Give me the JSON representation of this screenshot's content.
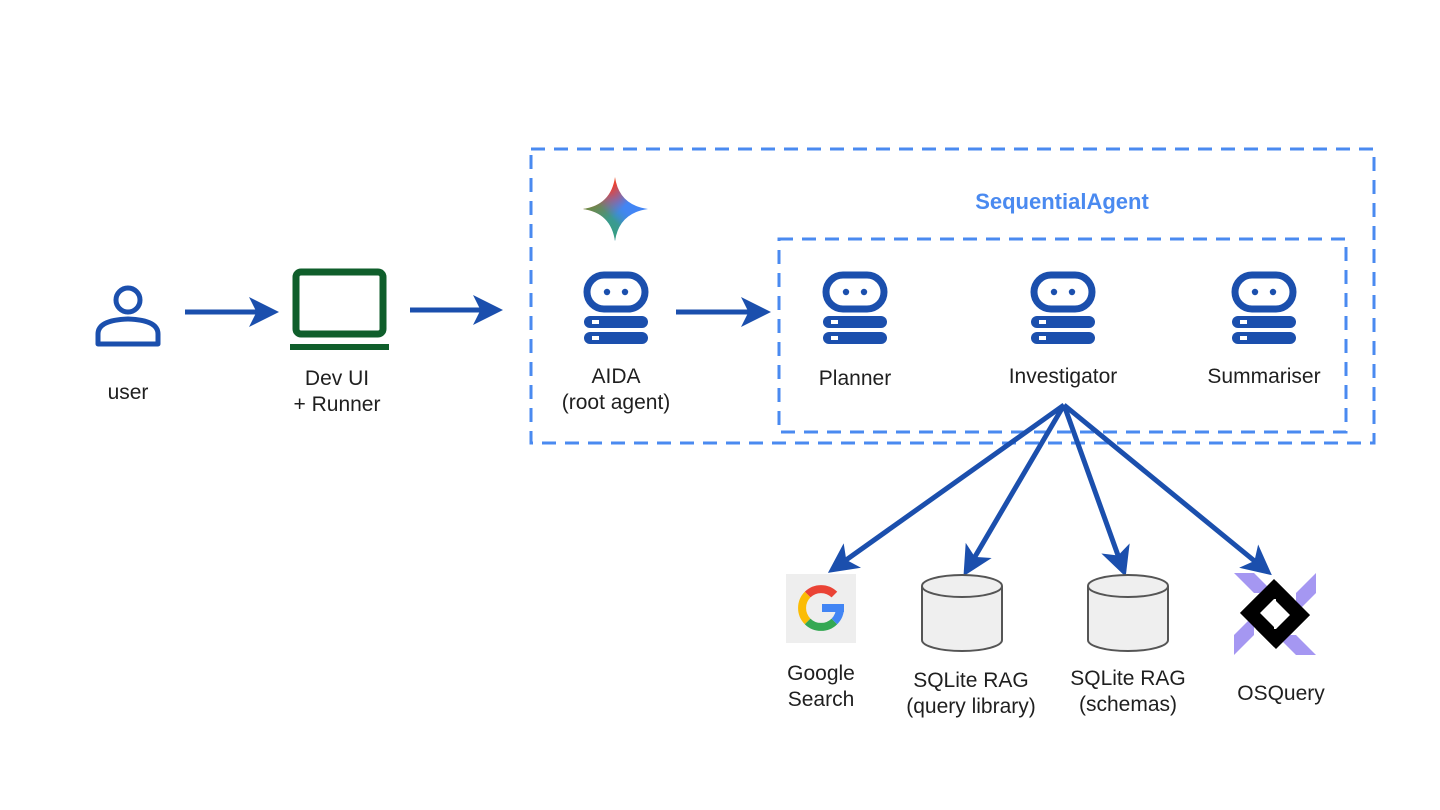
{
  "diagram": {
    "colors": {
      "arrow": "#1b4fad",
      "agent_icon": "#1b4fad",
      "laptop": "#0f5e2b",
      "dashed_border": "#4a8af0",
      "group_title": "#4a8af0",
      "database_fill": "#efefef",
      "database_stroke": "#555555",
      "osquery_purple": "#a597f2",
      "osquery_black": "#000000"
    },
    "nodes": {
      "user": {
        "label": "user",
        "icon": "person-icon"
      },
      "dev_ui": {
        "label_line1": "Dev UI",
        "label_line2": "+ Runner",
        "icon": "laptop-icon"
      },
      "aida": {
        "label_line1": "AIDA",
        "label_line2": "(root agent)",
        "icon": "agent-icon",
        "badge_icon": "gemini-sparkle-icon"
      },
      "sequential_agent": {
        "title": "SequentialAgent",
        "agents": [
          {
            "label": "Planner",
            "icon": "agent-icon"
          },
          {
            "label": "Investigator",
            "icon": "agent-icon"
          },
          {
            "label": "Summariser",
            "icon": "agent-icon"
          }
        ]
      },
      "tools": [
        {
          "label_line1": "Google",
          "label_line2": "Search",
          "icon": "google-g-icon"
        },
        {
          "label_line1": "SQLite RAG",
          "label_line2": "(query library)",
          "icon": "database-icon"
        },
        {
          "label_line1": "SQLite RAG",
          "label_line2": "(schemas)",
          "icon": "database-icon"
        },
        {
          "label_line1": "OSQuery",
          "label_line2": "",
          "icon": "osquery-icon"
        }
      ]
    },
    "edges": [
      {
        "from": "user",
        "to": "dev_ui"
      },
      {
        "from": "dev_ui",
        "to": "aida"
      },
      {
        "from": "aida",
        "to": "sequential_agent"
      },
      {
        "from": "Investigator",
        "to": "Google Search"
      },
      {
        "from": "Investigator",
        "to": "SQLite RAG (query library)"
      },
      {
        "from": "Investigator",
        "to": "SQLite RAG (schemas)"
      },
      {
        "from": "Investigator",
        "to": "OSQuery"
      }
    ]
  }
}
